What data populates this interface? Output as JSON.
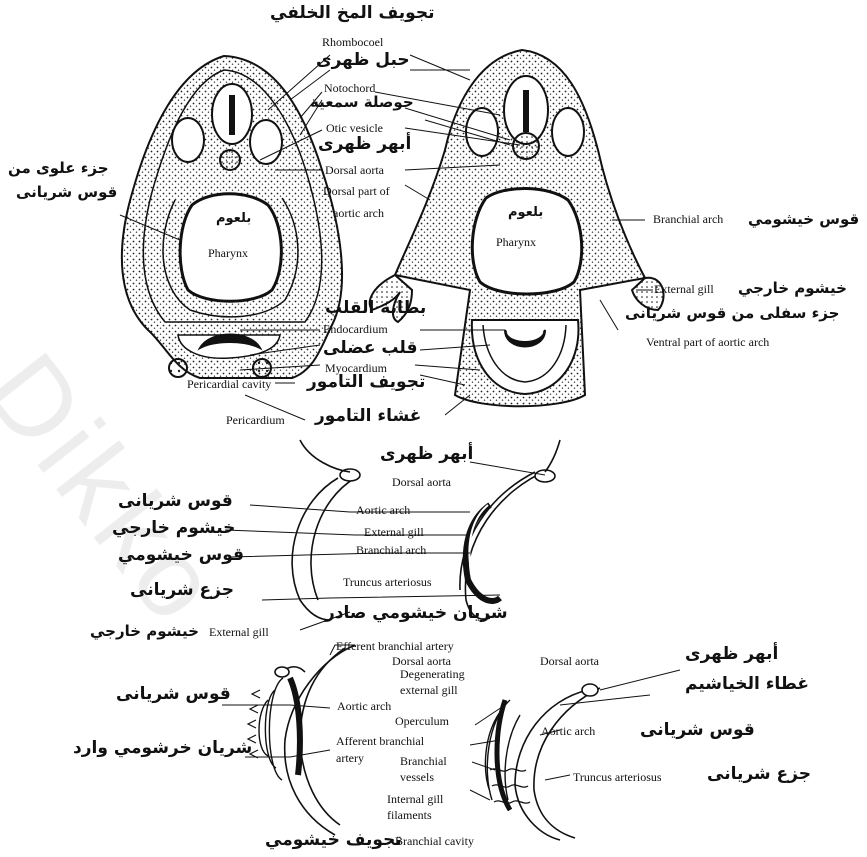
{
  "watermark": "Dikko",
  "top_section": {
    "rhombocoel_ar": "تجويف المخ الخلفي",
    "rhombocoel_en": "Rhombocoel",
    "notochord_ar": "حبل ظهرى",
    "notochord_en": "Notochord",
    "otic_vesicle_ar": "حوصلة سمعية",
    "otic_vesicle_en": "Otic vesicle",
    "dorsal_aorta_ar": "أبهر ظهرى",
    "dorsal_aorta_en": "Dorsal aorta",
    "dorsal_part_en_1": "Dorsal part of",
    "dorsal_part_en_2": "aortic arch",
    "dorsal_part_ar_1": "جزء علوى من",
    "dorsal_part_ar_2": "قوس شريانى",
    "pharynx_ar_left": "بلعوم",
    "pharynx_en_left": "Pharynx",
    "pharynx_ar_right": "بلعوم",
    "pharynx_en_right": "Pharynx",
    "branchial_arch_en": "Branchial arch",
    "branchial_arch_ar": "قوس خيشومي",
    "external_gill_en": "External gill",
    "external_gill_ar": "خيشوم خارجي",
    "ventral_part_ar": "جزء سفلى من قوس شريانى",
    "ventral_part_en": "Ventral part of aortic arch",
    "endocardium_ar": "بطانة القلب",
    "endocardium_en": "Endocardium",
    "myocardium_ar": "قلب عضلى",
    "myocardium_en": "Myocardium",
    "pericardial_cavity_en": "Pericardial cavity",
    "pericardial_cavity_ar": "تجويف التامور",
    "pericardium_en": "Pericardium",
    "pericardium_ar": "غشاء التامور"
  },
  "middle_section": {
    "dorsal_aorta_ar": "أبهر ظهرى",
    "dorsal_aorta_en": "Dorsal aorta",
    "aortic_arch_ar": "قوس شريانى",
    "aortic_arch_en": "Aortic arch",
    "external_gill_ar": "خيشوم خارجي",
    "external_gill_en": "External gill",
    "branchial_arch_ar": "قوس خيشومي",
    "branchial_arch_en": "Branchial arch",
    "truncus_ar": "جزع شريانى",
    "truncus_en": "Truncus arteriosus",
    "efferent_ar": "شريان خيشومي صادر"
  },
  "bottom_section": {
    "external_gill_ar": "خيشوم خارجي",
    "external_gill_en": "External gill",
    "efferent_en": "Efferent branchial artery",
    "dorsal_aorta_en_left": "Dorsal aorta",
    "degenerating_en_1": "Degenerating",
    "degenerating_en_2": "external gill",
    "aortic_arch_ar_left": "قوس شريانى",
    "aortic_arch_en_left": "Aortic arch",
    "operculum_en": "Operculum",
    "afferent_ar": "شريان خرشومي وارد",
    "afferent_en_1": "Afferent branchial",
    "afferent_en_2": "artery",
    "branchial_vessels_en_1": "Branchial",
    "branchial_vessels_en_2": "vessels",
    "internal_gill_en_1": "Internal gill",
    "internal_gill_en_2": "filaments",
    "branchial_cavity_ar": "تجويف خيشومي",
    "branchial_cavity_en": "Branchial cavity",
    "dorsal_aorta_ar_right": "أبهر ظهرى",
    "dorsal_aorta_en_right": "Dorsal aorta",
    "operculum_ar": "غطاء الخياشيم",
    "aortic_arch_en_right": "Aortic arch",
    "aortic_arch_ar_right": "قوس شريانى",
    "truncus_en": "Truncus arteriosus",
    "truncus_ar": "جزع شريانى"
  }
}
